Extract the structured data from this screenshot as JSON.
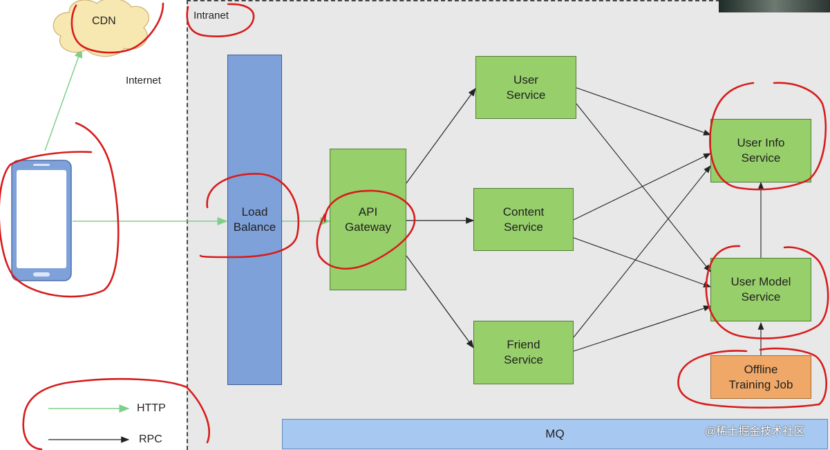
{
  "zones": {
    "intranet": "Intranet",
    "internet": "Internet"
  },
  "nodes": {
    "cdn": "CDN",
    "load_balance": "Load\nBalance",
    "api_gateway": "API\nGateway",
    "user_service": "User\nService",
    "content_service": "Content\nService",
    "friend_service": "Friend\nService",
    "user_info_service": "User Info\nService",
    "user_model_service": "User Model\nService",
    "offline_training_job": "Offline\nTraining Job",
    "mq": "MQ"
  },
  "legend": {
    "http": "HTTP",
    "rpc": "RPC"
  },
  "watermark": "@稀土掘金技术社区",
  "colors": {
    "service": "#97cf6b",
    "load_balancer": "#7fa1d9",
    "offline_job": "#f0a868",
    "mq": "#a7c9f1",
    "http_arrow": "#7ecf8a",
    "rpc_arrow": "#333333",
    "annotation": "#d81b1b"
  }
}
